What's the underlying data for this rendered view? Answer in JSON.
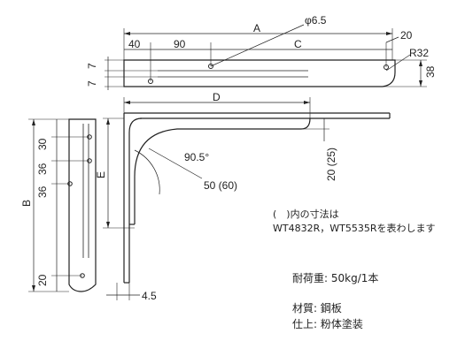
{
  "dimensions": {
    "A": "A",
    "hole_dia": "φ6.5",
    "d40": "40",
    "d90": "90",
    "C": "C",
    "d20_top": "20",
    "R32": "R32",
    "d38": "38",
    "d7a": "7",
    "d7b": "7",
    "D": "D",
    "d30": "30",
    "d36a": "36",
    "d36b": "36",
    "B": "B",
    "E": "E",
    "angle": "90.5°",
    "r50": "50 (60)",
    "d20_25": "20 (25)",
    "d20_bottom": "20",
    "d4_5": "4.5"
  },
  "notes": {
    "line1": "(　)内の寸法は",
    "line2": "WT4832R，WT5535Rを表わします"
  },
  "specs": {
    "load": "耐荷重: 50kg/1本",
    "material": "材質: 鋼板",
    "finish": "仕上: 粉体塗装"
  }
}
